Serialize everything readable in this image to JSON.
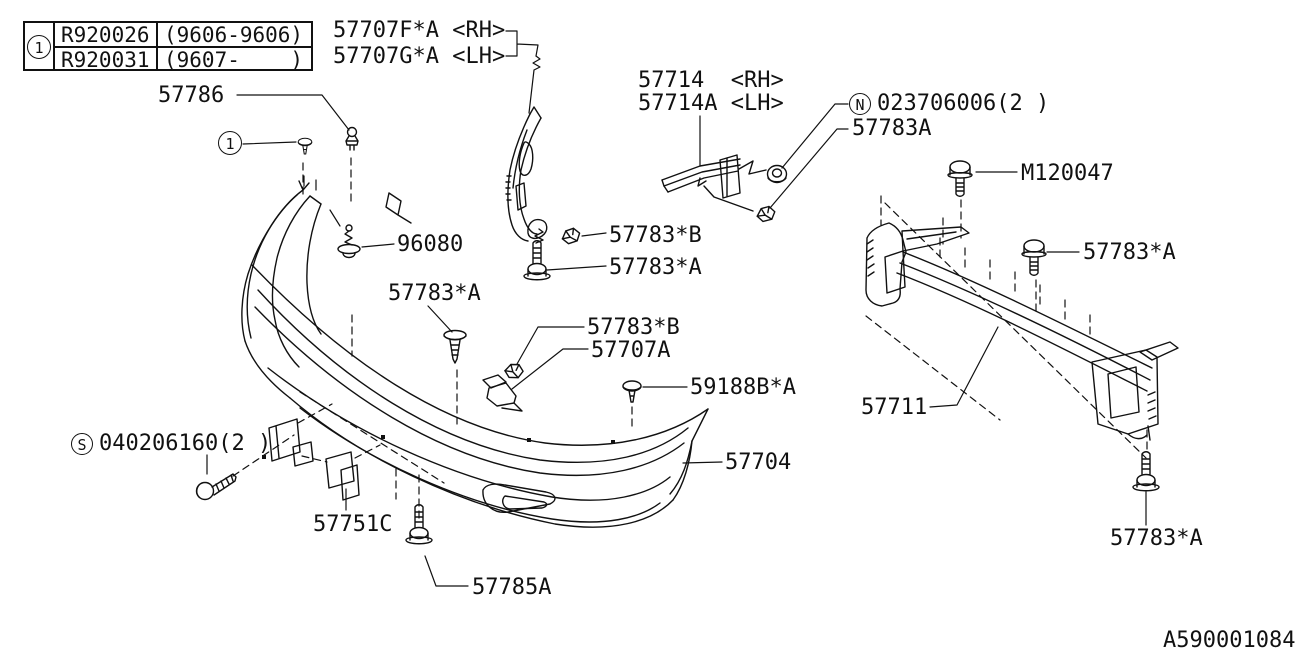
{
  "diagram": {
    "drawing_number": "A590001084",
    "legend_table": {
      "marker": "1",
      "rows": [
        {
          "part_no": "R920026",
          "applicability": "(9606-9606)"
        },
        {
          "part_no": "R920031",
          "applicability": "(9607-    )"
        }
      ]
    },
    "markers": {
      "n": "N",
      "s": "S",
      "one": "1"
    },
    "callouts": {
      "p57707f_rh": "57707F*A <RH>",
      "p57707g_lh": "57707G*A <LH>",
      "p57786": "57786",
      "p57714_rh": "57714  <RH>",
      "p57714a_lh": "57714A <LH>",
      "p023706006": "023706006(2 )",
      "p57783a_upper": "57783A",
      "m120047": "M120047",
      "p96080": "96080",
      "p57783b_1": "57783*B",
      "p57783a_1": "57783*A",
      "p57783a_2": "57783*A",
      "p57783a_right": "57783*A",
      "p57783b_2": "57783*B",
      "p57707a": "57707A",
      "p59188b": "59188B*A",
      "p57711": "57711",
      "p57704": "57704",
      "p040206160": "040206160(2 )",
      "p57751c": "57751C",
      "p57785a": "57785A",
      "p57783a_bottom": "57783*A"
    },
    "icons": {
      "line_color": "#111111"
    }
  }
}
